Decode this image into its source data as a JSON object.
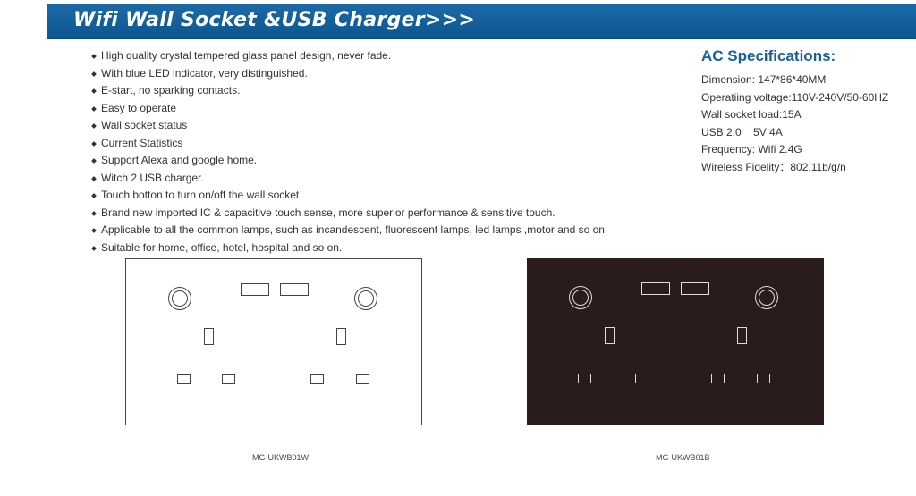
{
  "banner": {
    "title": "Wifi Wall Socket &USB Charger>>>"
  },
  "features": [
    "High quality crystal tempered glass panel design, never fade.",
    "With blue LED indicator, very distinguished.",
    "E-start, no sparking contacts.",
    "Easy to operate",
    "Wall socket status",
    "Current Statistics",
    "Support Alexa and google home.",
    "Witch 2 USB charger.",
    "Touch botton to turn on/off the wall socket",
    "Brand new imported IC & capacitive touch sense, more superior performance & sensitive touch.",
    "Applicable to all the common lamps, such as incandescent, fluorescent lamps, led lamps ,motor and so on",
    "Suitable for home, office, hotel, hospital and so on."
  ],
  "specs": {
    "title": "AC Specifications:",
    "items": [
      "Dimension: 147*86*40MM",
      "Operatiing voltage:110V-240V/50-60HZ",
      "Wall socket load:15A",
      "USB 2.0    5V 4A",
      "Frequency: Wifi 2.4G",
      "Wireless Fidelity：802.11b/g/n"
    ]
  },
  "products": [
    {
      "model": "MG-UKWB01W",
      "color": "#ffffff"
    },
    {
      "model": "MG-UKWB01B",
      "color": "#2a1c1b"
    }
  ]
}
